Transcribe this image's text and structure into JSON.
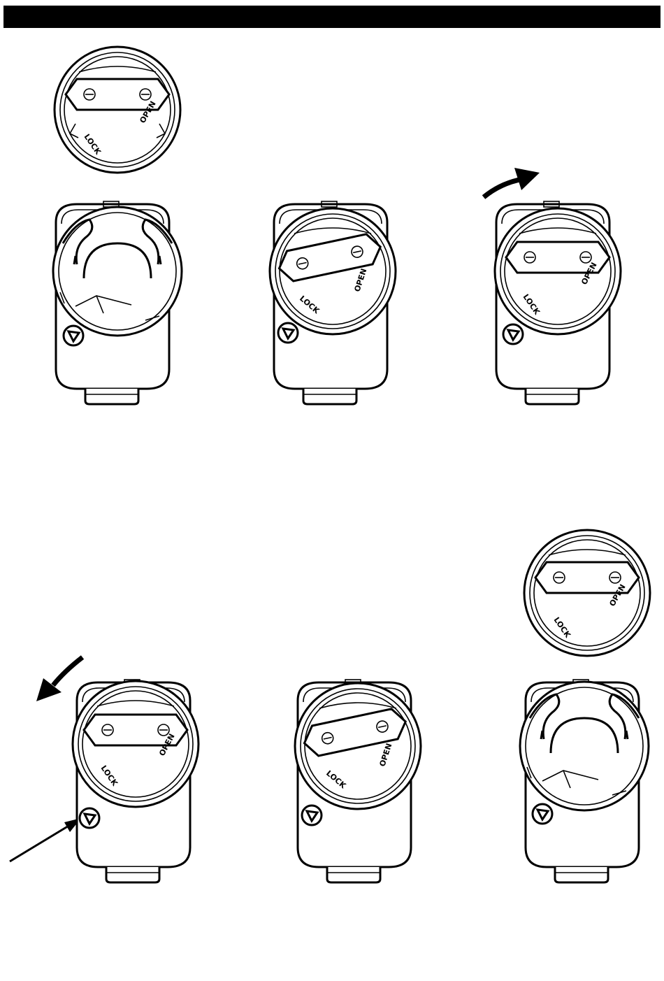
{
  "colors": {
    "ink": "#000000",
    "paper": "#ffffff"
  },
  "plug_labels": {
    "lock": "LOCK",
    "open": "OPEN"
  },
  "figures": {
    "top_row": [
      {
        "name": "adapter-base-with-plug-removed",
        "shows": [
          "plug-insert-detached",
          "adapter-body-open-socket",
          "release-button"
        ]
      },
      {
        "name": "adapter-with-plug-inserted-unlocked",
        "shows": [
          "adapter-body",
          "plug-insert-tilted",
          "release-button"
        ]
      },
      {
        "name": "adapter-with-plug-locked",
        "shows": [
          "adapter-body",
          "plug-insert-level",
          "rotate-clockwise-arrow"
        ]
      }
    ],
    "bottom_row": [
      {
        "name": "adapter-press-release-and-rotate",
        "shows": [
          "rotate-counterclockwise-arrow",
          "press-release-arrow",
          "adapter-body",
          "plug-insert-level"
        ]
      },
      {
        "name": "adapter-plug-rotated-to-open",
        "shows": [
          "adapter-body",
          "plug-insert-tilted"
        ]
      },
      {
        "name": "adapter-plug-removed",
        "shows": [
          "plug-insert-detached",
          "adapter-body-open-socket"
        ]
      }
    ]
  }
}
